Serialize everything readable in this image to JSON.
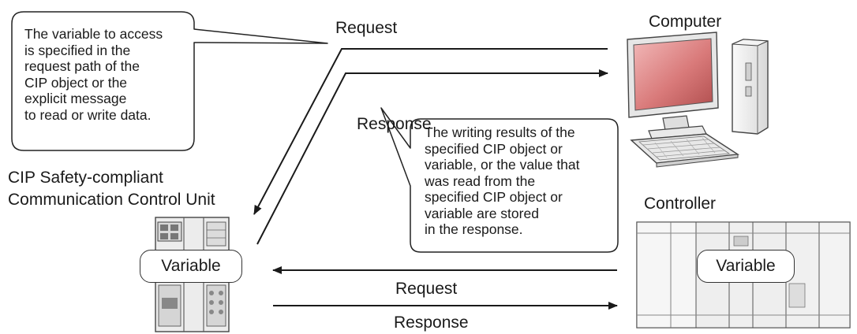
{
  "labels": {
    "request_top": "Request",
    "response_top": "Response",
    "computer": "Computer",
    "controller": "Controller",
    "unit_line1": "CIP Safety-compliant",
    "unit_line2": "Communication Control Unit",
    "request_bottom": "Request",
    "response_bottom": "Response"
  },
  "callout_left": {
    "lines": [
      "The variable to access",
      "is specified in the",
      "request path of the",
      "CIP object or the",
      "explicit message",
      "to read or write data."
    ]
  },
  "callout_right": {
    "lines": [
      "The writing results of the",
      "specified CIP object or",
      "variable, or the value that",
      "was read from the",
      "specified CIP object or",
      "variable are stored",
      "in the response."
    ]
  },
  "variable_unit": "Variable",
  "variable_controller": "Variable"
}
